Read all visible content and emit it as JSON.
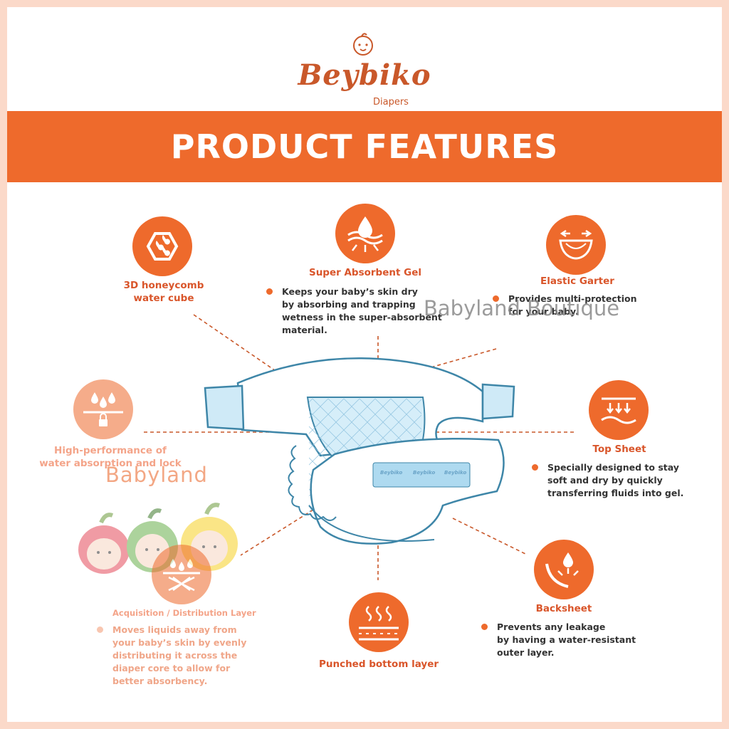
{
  "brand": {
    "name": "Beybiko",
    "sub": "Diapers"
  },
  "banner": {
    "title": "PRODUCT FEATURES"
  },
  "watermarks": {
    "boutique": "Babyland Boutique",
    "babyland": "Babyland"
  },
  "diaper_tags": [
    "Beybiko",
    "Beybiko",
    "Beybiko"
  ],
  "features": {
    "honeycomb": {
      "title_line1": "3D honeycomb",
      "title_line2": "water cube",
      "icon": "hexagon-drops-icon"
    },
    "gel": {
      "title": "Super Absorbent Gel",
      "desc": [
        "Keeps your baby’s skin dry",
        "by absorbing and trapping",
        "wetness in the super-absorbent",
        "material."
      ],
      "icon": "drop-absorb-icon"
    },
    "garter": {
      "title": "Elastic Garter",
      "desc": [
        "Provides multi-protection",
        "for your baby."
      ],
      "icon": "stretch-diaper-icon"
    },
    "lock": {
      "title_line1": "High-performance of",
      "title_line2": "water absorption and lock",
      "icon": "drops-lock-icon"
    },
    "topsheet": {
      "title": "Top Sheet",
      "desc": [
        "Specially designed to stay",
        "soft and dry by quickly",
        "transferring fluids into gel."
      ],
      "icon": "arrows-down-wave-icon"
    },
    "adl": {
      "title": "Acquisition / Distribution Layer",
      "desc": [
        "Moves liquids away from",
        "your baby’s skin by evenly",
        "distributing it across the",
        "diaper core to allow for",
        "better absorbency."
      ],
      "icon": "distribution-layer-icon"
    },
    "punched": {
      "title": "Punched bottom layer",
      "icon": "air-flow-icon"
    },
    "backsheet": {
      "title": "Backsheet",
      "desc": [
        "Prevents any leakage",
        "by having a water-resistant",
        "outer layer."
      ],
      "icon": "drop-shield-icon"
    }
  },
  "colors": {
    "accent": "#ee6a2c",
    "diaper_outline": "#3e86a8",
    "diaper_fill": "#aedaf0",
    "border": "#fbd9c9"
  }
}
